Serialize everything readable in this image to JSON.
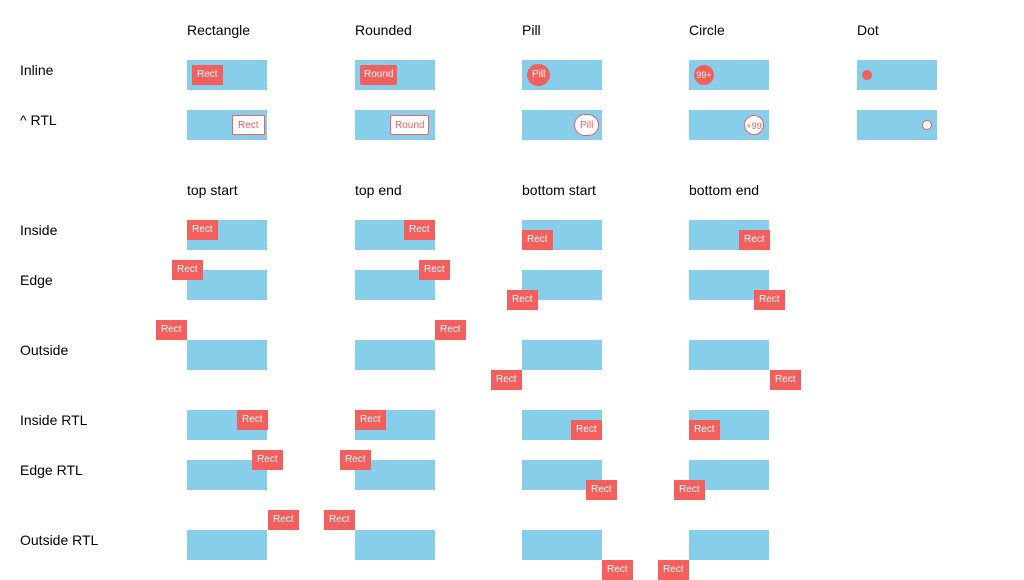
{
  "shape_headers": [
    "Rectangle",
    "Rounded",
    "Pill",
    "Circle",
    "Dot"
  ],
  "position_headers": [
    "top start",
    "top end",
    "bottom start",
    "bottom end"
  ],
  "row_labels": {
    "inline": "Inline",
    "rtl": "^ RTL",
    "inside": "Inside",
    "edge": "Edge",
    "outside": "Outside",
    "inside_rtl": "Inside RTL",
    "edge_rtl": "Edge RTL",
    "outside_rtl": "Outside RTL"
  },
  "badges": {
    "rect": "Rect",
    "round": "Round",
    "pill": "Pill",
    "circle": "99+",
    "circle_rtl": "+99"
  },
  "colors": {
    "badge": "#f25f5c",
    "box": "#87ceeb"
  }
}
